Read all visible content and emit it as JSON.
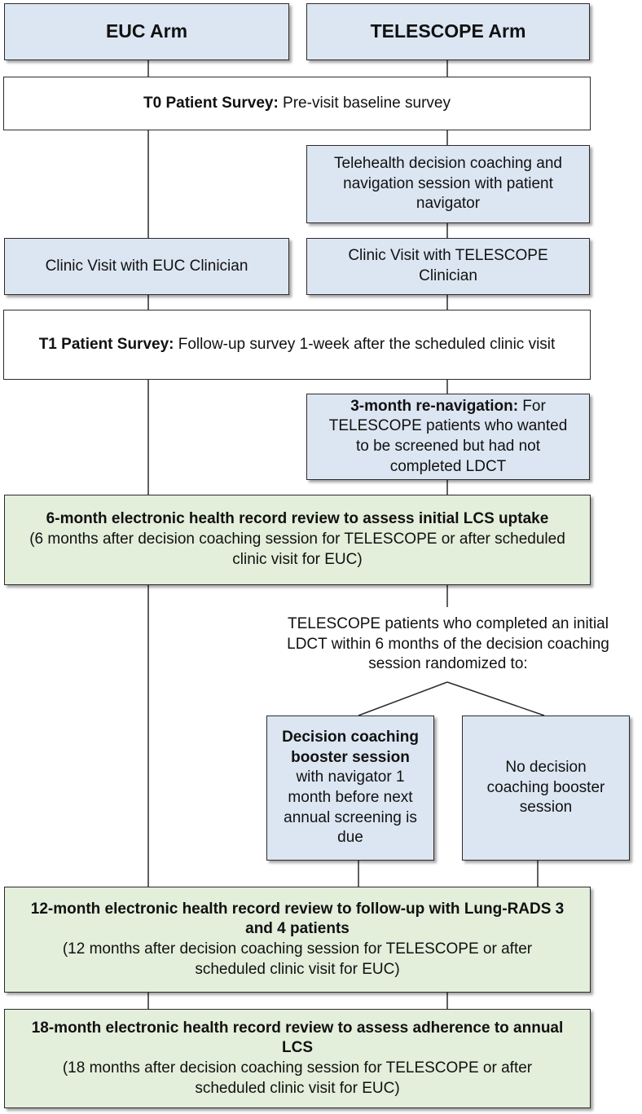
{
  "arms": {
    "euc": "EUC Arm",
    "telescope": "TELESCOPE Arm"
  },
  "t0": {
    "bold": "T0 Patient Survey:",
    "text": " Pre-visit baseline survey"
  },
  "coaching": "Telehealth decision coaching and navigation session with patient navigator",
  "clinic_euc": "Clinic Visit with EUC Clinician",
  "clinic_telescope": "Clinic Visit with TELESCOPE Clinician",
  "t1": {
    "bold": "T1 Patient Survey:",
    "text": " Follow-up survey 1-week after the scheduled clinic visit"
  },
  "renav": {
    "bold": "3-month re-navigation:",
    "text": " For TELESCOPE patients who wanted to be screened but had not completed LDCT"
  },
  "review6": {
    "bold": "6-month electronic health record review to assess initial LCS uptake",
    "text": "(6 months after decision coaching session for TELESCOPE or after scheduled clinic visit for EUC)"
  },
  "randomized": "TELESCOPE patients who completed an initial LDCT within 6 months of the decision coaching session randomized to:",
  "booster": {
    "bold": "Decision coaching booster session",
    "text": " with navigator 1 month before next annual screening is due"
  },
  "no_booster": "No decision coaching booster session",
  "review12": {
    "bold": "12-month electronic health record review to follow-up with Lung-RADS 3 and 4 patients",
    "text": "(12 months after decision coaching session for TELESCOPE or after scheduled clinic visit for EUC)"
  },
  "review18": {
    "bold": "18-month electronic health record review to assess adherence to annual LCS",
    "text": "(18 months after decision coaching session for TELESCOPE or after scheduled clinic visit for EUC)"
  }
}
